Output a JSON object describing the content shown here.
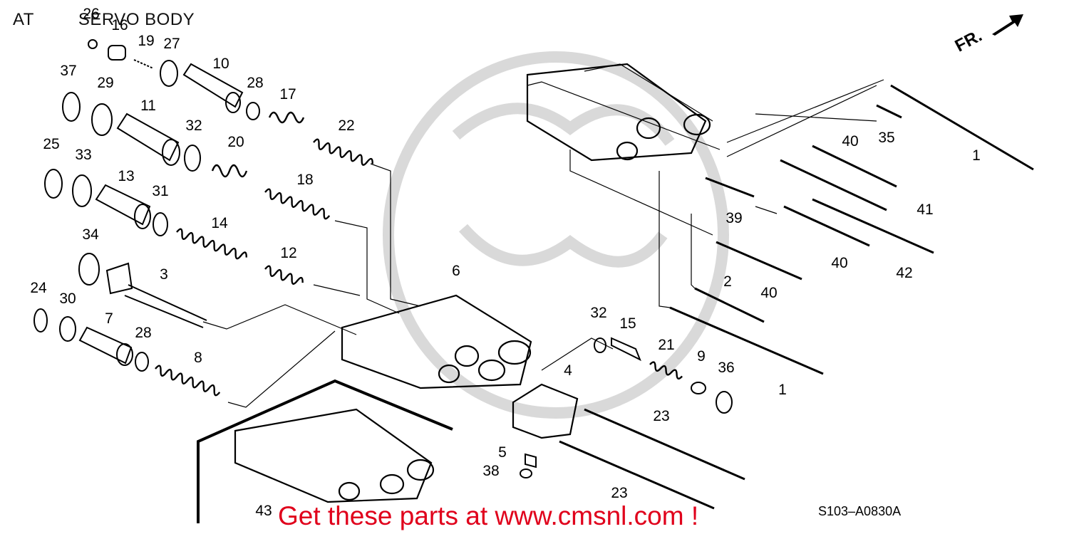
{
  "header": {
    "category": "AT",
    "title": "SERVO BODY"
  },
  "direction_label": "FR.",
  "drawing_code": "S103–A0830A",
  "promo_text": "Get these parts at www.cmsnl.com !",
  "colors": {
    "promo": "#e0001b",
    "line": "#000000",
    "watermark": "#d9d9d9"
  },
  "callouts": [
    "26",
    "16",
    "19",
    "27",
    "10",
    "37",
    "29",
    "28",
    "17",
    "11",
    "32",
    "20",
    "22",
    "25",
    "33",
    "13",
    "31",
    "18",
    "34",
    "14",
    "12",
    "3",
    "24",
    "30",
    "7",
    "28",
    "8",
    "6",
    "32",
    "15",
    "21",
    "9",
    "36",
    "4",
    "5",
    "38",
    "23",
    "23",
    "43",
    "1",
    "35",
    "40",
    "41",
    "39",
    "40",
    "42",
    "40",
    "2",
    "1"
  ]
}
